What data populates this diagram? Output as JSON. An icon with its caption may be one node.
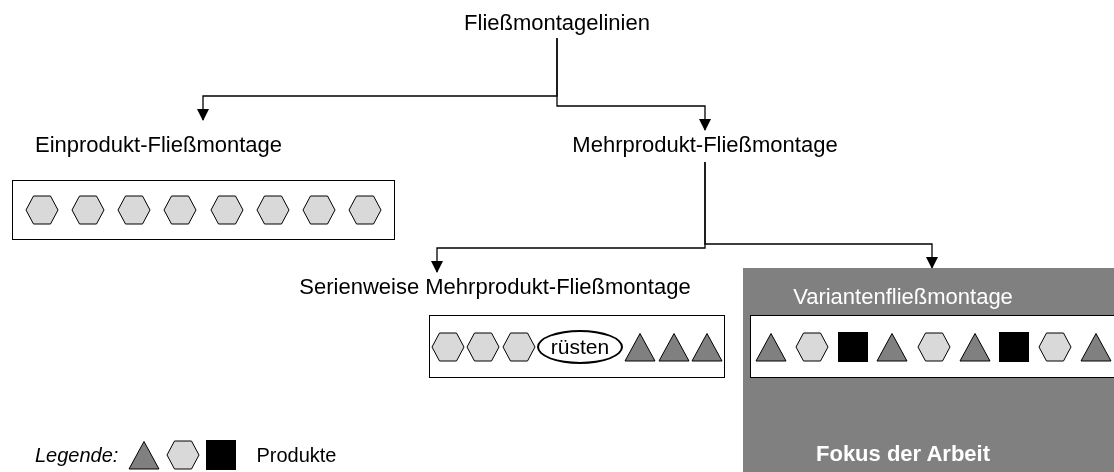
{
  "diagram": {
    "nodes": [
      {
        "text": [
          "Fließmontagelinien"
        ]
      },
      {
        "text": [
          "Einprodukt-Fließmontage"
        ]
      },
      {
        "text": [
          "Mehrprodukt-Fließmontage"
        ]
      },
      {
        "text": [
          "Serienweise Mehrprodukt-Fließmontage"
        ]
      },
      {
        "text": [
          "rüsten"
        ],
        "in": 3
      },
      {
        "text": [
          "Variantenfließmontage",
          "Fokus der Arbeit"
        ]
      }
    ],
    "edges": [
      {
        "from": 0,
        "to": 1,
        "arrow": "to"
      },
      {
        "from": 0,
        "to": 2,
        "arrow": "to"
      },
      {
        "from": 2,
        "to": 3,
        "arrow": "to"
      },
      {
        "from": 2,
        "to": 5,
        "arrow": "to"
      }
    ],
    "labels": [
      "Legende:"
    ],
    "legend": [
      {
        "text": "Produkte"
      }
    ]
  }
}
